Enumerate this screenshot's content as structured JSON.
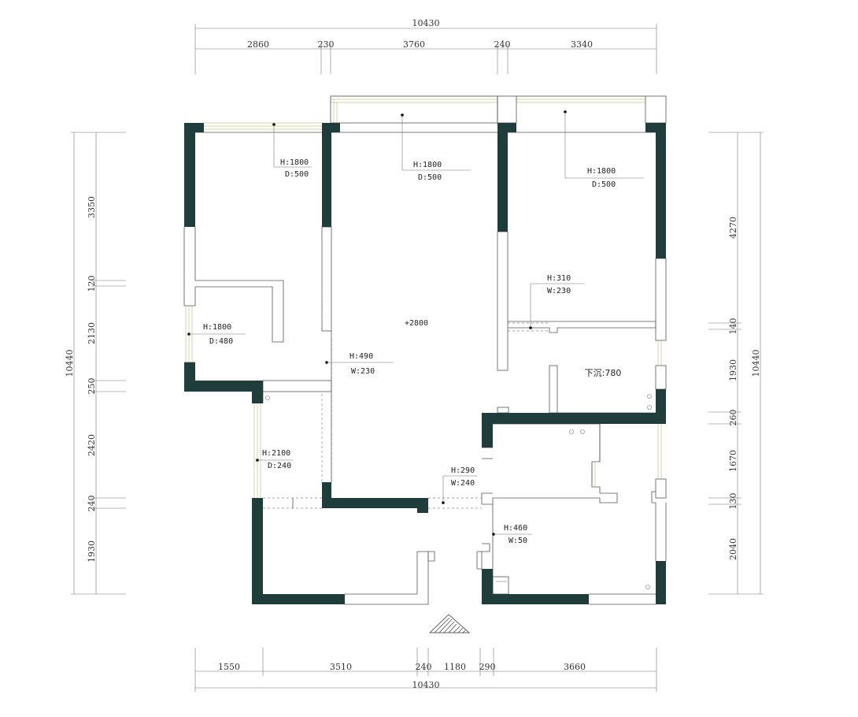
{
  "dimensions": {
    "top_total": "10430",
    "top_segments": [
      "2860",
      "230",
      "3760",
      "240",
      "3340"
    ],
    "bottom_total": "10430",
    "bottom_segments": [
      "1550",
      "3510",
      "240",
      "1180",
      "290",
      "3660"
    ],
    "left_total": "10440",
    "left_segments": [
      "3350",
      "120",
      "2130",
      "250",
      "2420",
      "240",
      "1930"
    ],
    "right_total": "10440",
    "right_segments": [
      "4270",
      "140",
      "1930",
      "260",
      "1670",
      "130",
      "2040"
    ]
  },
  "annotations": {
    "bedroom_left_window": {
      "h": "H:1800",
      "d": "D:500"
    },
    "living_window": {
      "h": "H:1800",
      "d": "D:500"
    },
    "bedroom_right_window": {
      "h": "H:1800",
      "d": "D:500"
    },
    "left_side_window": {
      "h": "H:1800",
      "d": "D:480"
    },
    "center_opening": {
      "h": "H:490",
      "w": "W:230"
    },
    "right_opening": {
      "h": "H:310",
      "w": "W:230"
    },
    "balcony_window": {
      "h": "H:2100",
      "d": "D:240"
    },
    "lower_opening": {
      "h": "H:290",
      "w": "W:240"
    },
    "bath_opening": {
      "h": "H:460",
      "w": "W:50"
    }
  },
  "labels": {
    "elevation": "+2800",
    "sunken": "下沉:780"
  },
  "colors": {
    "wall": "#1e3d3b",
    "window": "#c9c58a",
    "line": "#555555"
  },
  "icons": {
    "north_arrow": "triangle-hatched-arrow-icon"
  }
}
